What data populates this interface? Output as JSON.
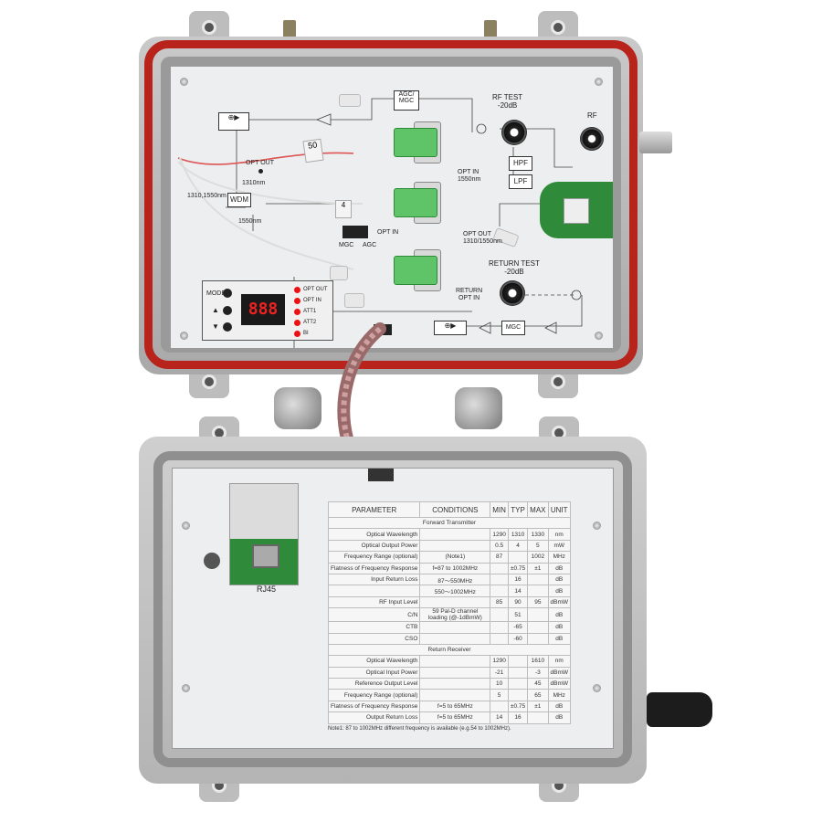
{
  "upper_panel": {
    "agc_mgc": "AGC/\nMGC",
    "rf_test": "RF TEST\n-20dB",
    "rf": "RF",
    "opt_out": "OPT OUT",
    "wdm_label_1310": "1310nm",
    "wdm_label_1310_1550": "1310,1550nm",
    "wdm": "WDM",
    "wdm_label_1550": "1550nm",
    "opt_in_1550": "OPT IN\n1550nm",
    "hpf": "HPF",
    "lpf": "LPF",
    "opt_out_1310_1550": "OPT OUT\n1310/1550nm",
    "mgc_switch": "MGC",
    "agc_switch": "AGC",
    "opt_in_switch": "OPT IN",
    "return_test": "RETURN TEST\n-20dB",
    "return_opt_in": "RETURN\nOPT IN",
    "fiber_tag_1": "50",
    "fiber_tag_2": "4",
    "mode": "MODE",
    "up": "▲",
    "down": "▼",
    "display": "888",
    "leds": [
      "OPT OUT",
      "OPT IN",
      "ATT1",
      "ATT2",
      "BI"
    ],
    "mgc_block": "MGC"
  },
  "rj45": "RJ45",
  "spec_table": {
    "headers": [
      "PARAMETER",
      "CONDITIONS",
      "MIN",
      "TYP",
      "MAX",
      "UNIT"
    ],
    "section_forward": "Forward  Transmitter",
    "forward_rows": [
      [
        "Optical Wavelength",
        "",
        "1290",
        "1310",
        "1330",
        "nm"
      ],
      [
        "Optical Output Power",
        "",
        "0.5",
        "4",
        "5",
        "mW"
      ],
      [
        "Frequency Range (optional)",
        "(Note1)",
        "87",
        "",
        "1002",
        "MHz"
      ],
      [
        "Flatness of Frequency Response",
        "f=87 to 1002MHz",
        "",
        "±0.75",
        "±1",
        "dB"
      ],
      [
        "Input Return Loss",
        "87～550MHz",
        "",
        "16",
        "",
        "dB"
      ],
      [
        "",
        "550～1002MHz",
        "",
        "14",
        "",
        "dB"
      ],
      [
        "RF Input Level",
        "",
        "85",
        "90",
        "95",
        "dBmW"
      ],
      [
        "C/N",
        "59 Pal-D channel loading (@-1dBmW)",
        "",
        "51",
        "",
        "dB"
      ],
      [
        "CTB",
        "",
        "",
        "-65",
        "",
        "dB"
      ],
      [
        "CSO",
        "",
        "",
        "-60",
        "",
        "dB"
      ]
    ],
    "section_return": "Return Receiver",
    "return_rows": [
      [
        "Optical Wavelength",
        "",
        "1290",
        "",
        "1610",
        "nm"
      ],
      [
        "Optical Input Power",
        "",
        "-21",
        "",
        "-3",
        "dBmW"
      ],
      [
        "Reference Output Level",
        "",
        "10",
        "",
        "45",
        "dBmW"
      ],
      [
        "Frequency Range (optional)",
        "",
        "5",
        "",
        "65",
        "MHz"
      ],
      [
        "Flatness of Frequency Response",
        "f=5 to 65MHz",
        "",
        "±0.75",
        "±1",
        "dB"
      ],
      [
        "Output Return Loss",
        "f=5 to 65MHz",
        "14",
        "16",
        "",
        "dB"
      ]
    ],
    "note": "Note1:  87 to 1002MHz different frequency is available (e.g.54 to 1002MHz)."
  },
  "colors": {
    "gasket_red": "#b8231c",
    "connector_green": "#5fc468",
    "led_red": "#e11111",
    "pcb_green": "#2f8a3a",
    "housing_gray": "#bdbdbd"
  }
}
